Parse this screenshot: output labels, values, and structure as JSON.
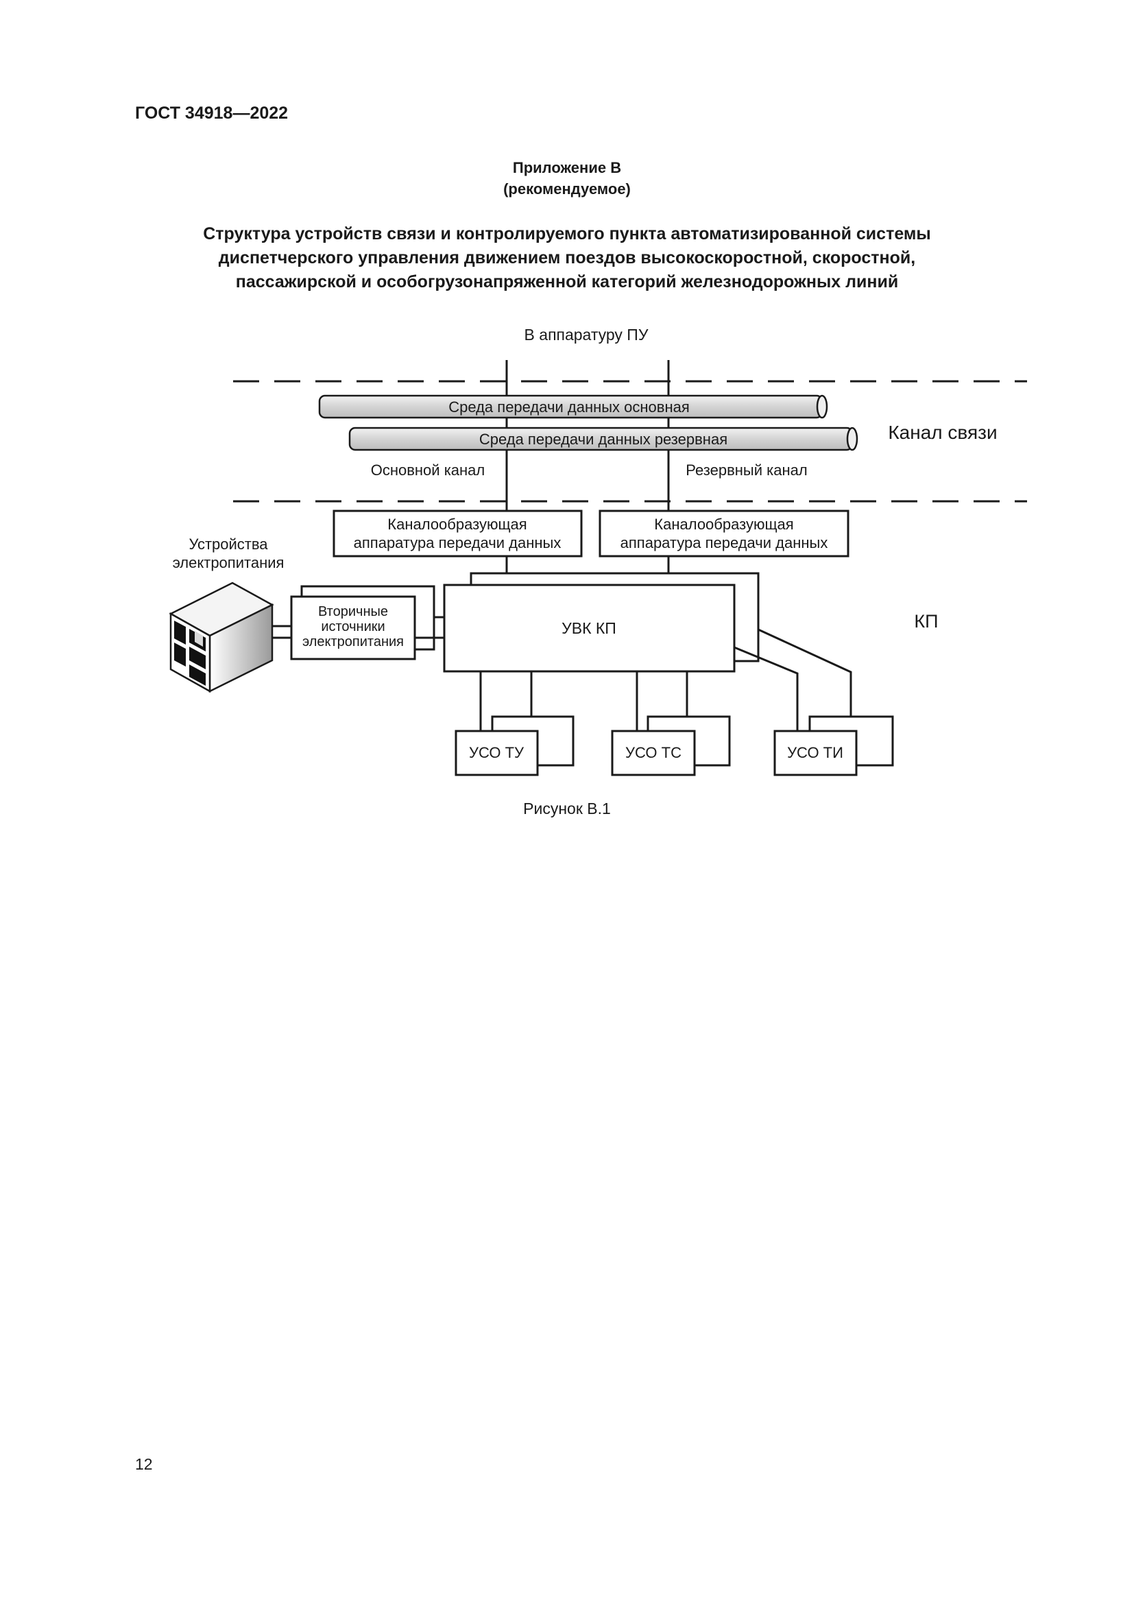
{
  "header": {
    "doc_code": "ГОСТ 34918—2022"
  },
  "appendix": {
    "title": "Приложение В",
    "status": "(рекомендуемое)"
  },
  "title_lines": [
    "Структура устройств связи и контролируемого пункта автоматизированной системы",
    "диспетчерского управления движением поездов высокоскоростной, скоростной,",
    "пассажирской и особогрузонапряженной категорий железнодорожных линий"
  ],
  "diagram": {
    "top_label": "В аппаратуру ПУ",
    "pipe_main": "Среда передачи данных основная",
    "pipe_reserve": "Среда передачи данных резервная",
    "channel_label": "Канал связи",
    "main_channel": "Основной канал",
    "reserve_channel": "Резервный канал",
    "modem_line1": "Каналообразующая",
    "modem_line2": "аппаратура передачи данных",
    "power_label_line1": "Устройства",
    "power_label_line2": "электропитания",
    "secondary_line1": "Вторичные",
    "secondary_line2": "источники",
    "secondary_line3": "электропитания",
    "uvk": "УВК КП",
    "kp_label": "КП",
    "uso_tu": "УСО ТУ",
    "uso_ts": "УСО ТС",
    "uso_ti": "УСО ТИ"
  },
  "figure_caption": "Рисунок В.1",
  "footer": {
    "page_number": "12"
  }
}
